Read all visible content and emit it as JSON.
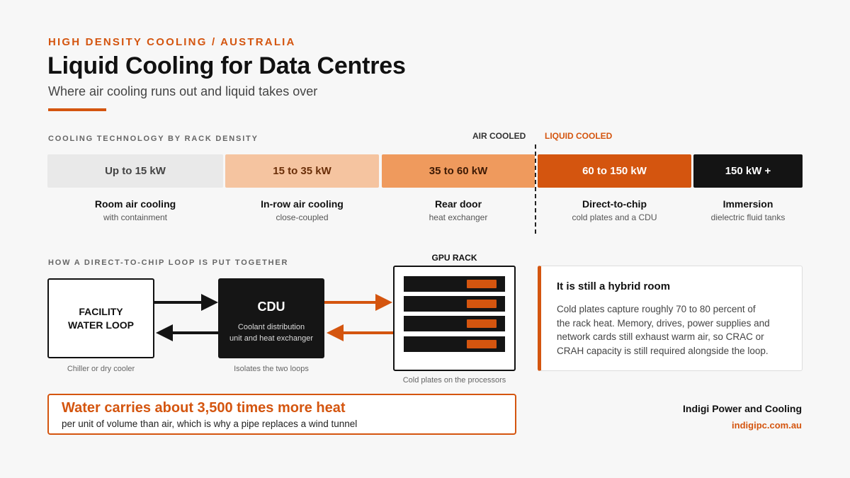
{
  "header": {
    "eyebrow": "HIGH DENSITY COOLING / AUSTRALIA",
    "title": "Liquid Cooling for Data Centres",
    "subtitle": "Where air cooling runs out and liquid takes over"
  },
  "density": {
    "section_label": "COOLING TECHNOLOGY BY RACK DENSITY",
    "air_label": "AIR COOLED",
    "liquid_label": "LIQUID COOLED",
    "tiers": [
      {
        "range": "Up to 15 kW",
        "title": "Room air cooling",
        "sub": "with containment",
        "bg": "#e9e9e9",
        "fg": "#444444"
      },
      {
        "range": "15 to 35 kW",
        "title": "In-row air cooling",
        "sub": "close-coupled",
        "bg": "#f5c4a0",
        "fg": "#6a2e08"
      },
      {
        "range": "35 to 60 kW",
        "title": "Rear door",
        "sub": "heat exchanger",
        "bg": "#ef9a5d",
        "fg": "#3d1a05"
      },
      {
        "range": "60 to 150 kW",
        "title": "Direct-to-chip",
        "sub": "cold plates and a CDU",
        "bg": "#d4550f",
        "fg": "#ffffff"
      },
      {
        "range": "150 kW +",
        "title": "Immersion",
        "sub": "dielectric fluid tanks",
        "bg": "#141414",
        "fg": "#ffffff"
      }
    ]
  },
  "loop": {
    "section_label": "HOW A DIRECT-TO-CHIP LOOP IS PUT TOGETHER",
    "facility": {
      "line1": "FACILITY",
      "line2": "WATER LOOP",
      "caption": "Chiller or dry cooler"
    },
    "cdu": {
      "title": "CDU",
      "sub1": "Coolant distribution",
      "sub2": "unit and heat exchanger",
      "caption": "Isolates the two loops"
    },
    "rack": {
      "label": "GPU RACK",
      "caption": "Cold plates on the processors"
    }
  },
  "card": {
    "title": "It is still a hybrid room",
    "lines": [
      "Cold plates capture roughly 70 to 80 percent of",
      "the rack heat. Memory, drives, power supplies and",
      "network cards still exhaust warm air, so CRAC or",
      "CRAH capacity is still required alongside the loop."
    ]
  },
  "callout": {
    "headline": "Water carries about 3,500 times more heat",
    "detail": "per unit of volume than air, which is why a pipe replaces a wind tunnel"
  },
  "footer": {
    "brand": "Indigi Power and Cooling",
    "url": "indigipc.com.au"
  },
  "colors": {
    "accent": "#d4550f",
    "dark": "#141414"
  }
}
